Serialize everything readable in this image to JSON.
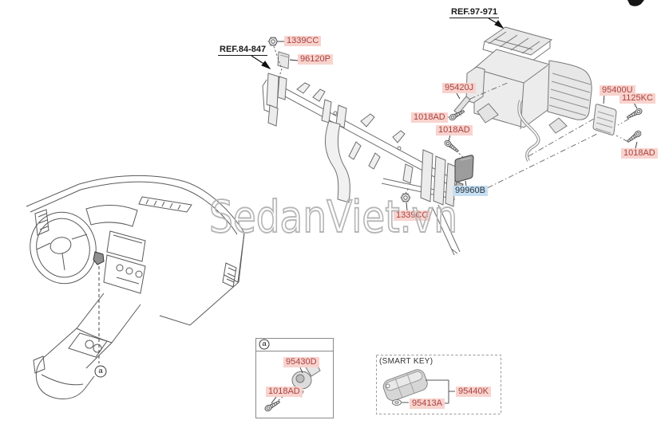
{
  "diagram": {
    "watermark": {
      "text": "SedanViet.vn",
      "color": "#b6b6b6"
    },
    "colors": {
      "label_pink_bg": "#f8d3ce",
      "label_pink_text": "#a94340",
      "label_blue_bg": "#c6dff2",
      "label_blue_text": "#27323c",
      "line_color": "#6e6e6e"
    },
    "ref_labels": [
      {
        "text": "REF.84-847"
      },
      {
        "text": "REF.97-971"
      }
    ],
    "part_labels": [
      {
        "text": "1339CC",
        "style": "pink"
      },
      {
        "text": "96120P",
        "style": "pink"
      },
      {
        "text": "95420J",
        "style": "pink"
      },
      {
        "text": "95400U",
        "style": "pink"
      },
      {
        "text": "1125KC",
        "style": "pink"
      },
      {
        "text": "1018AD",
        "style": "pink"
      },
      {
        "text": "1018AD",
        "style": "pink"
      },
      {
        "text": "1018AD",
        "style": "pink"
      },
      {
        "text": "99960B",
        "style": "blue"
      },
      {
        "text": "1339CC",
        "style": "pink"
      },
      {
        "text": "95430D",
        "style": "pink"
      },
      {
        "text": "1018AD",
        "style": "pink"
      },
      {
        "text": "95440K",
        "style": "pink"
      },
      {
        "text": "95413A",
        "style": "pink"
      }
    ],
    "inset_box": {
      "callout": "a"
    },
    "dashboard_callout": {
      "label": "a"
    },
    "smart_key_box": {
      "title": "(SMART KEY)"
    }
  }
}
